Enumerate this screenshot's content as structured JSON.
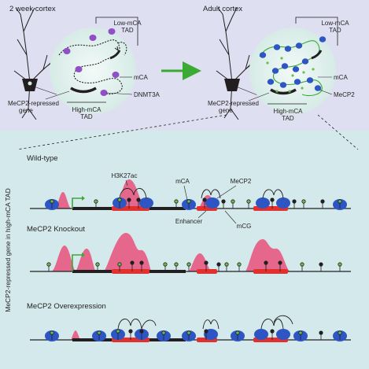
{
  "top": {
    "left_title": "2 week cortex",
    "right_title": "Adult cortex",
    "left_labels": {
      "low_tad_1": "Low-mCA",
      "low_tad_2": "TAD",
      "mca": "mCA",
      "dnmt3a": "DNMT3A",
      "gene_1": "MeCP2-repressed",
      "gene_2": "gene",
      "high_tad_1": "High-mCA",
      "high_tad_2": "TAD"
    },
    "right_labels": {
      "low_tad_1": "Low-mCA",
      "low_tad_2": "TAD",
      "mca": "mCA",
      "mecp2": "MeCP2",
      "gene_1": "MeCP2-repressed",
      "gene_2": "gene",
      "high_tad_1": "High-mCA",
      "high_tad_2": "TAD"
    },
    "colors": {
      "arrow": "#3aaa35",
      "dnmt3a": "#8e4fc7",
      "mecp2": "#2d55c4",
      "mca_dot": "#6abf4b"
    }
  },
  "bottom": {
    "side_label": "MeCP2-repressed gene in high-mCA TAD",
    "panels": [
      {
        "title": "Wild-type"
      },
      {
        "title": "MeCP2 Knockout"
      },
      {
        "title": "MeCP2 Overexpression"
      }
    ],
    "wt_labels": {
      "h3k27ac": "H3K27ac",
      "mca": "mCA",
      "mecp2": "MeCP2",
      "enhancer": "Enhancer",
      "mcg": "mCG"
    },
    "colors": {
      "peak": "#e5688c",
      "enhancer": "#e0312f",
      "mecp2": "#2d55c4",
      "mca_lollipop": "#6abf4b",
      "mcg_lollipop": "#231f20"
    }
  }
}
